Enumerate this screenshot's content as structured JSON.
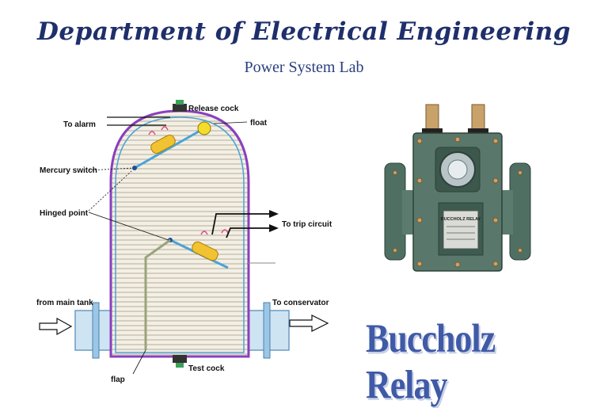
{
  "header": {
    "title": "Department of Electrical Engineering",
    "subtitle": "Power System Lab"
  },
  "diagram": {
    "labels": {
      "release_cock": "Release cock",
      "to_alarm": "To alarm",
      "float": "float",
      "mercury_switch": "Mercury switch",
      "hinged_point": "Hinged point",
      "to_trip_circuit": "To trip circuit",
      "from_main_tank": "from main tank",
      "to_conservator": "To conservator",
      "test_cock": "Test cock",
      "flap": "flap"
    }
  },
  "photo": {
    "nameplate": "BUCCHOLZ RELAY"
  },
  "product_title": "Buccholz Relay",
  "colors": {
    "title": "#1f2f6b",
    "vessel_outline": "#8a3fbf",
    "pipe": "#b7d7ef",
    "switch": "#f1c232",
    "relay_body": "#4f6f63"
  }
}
